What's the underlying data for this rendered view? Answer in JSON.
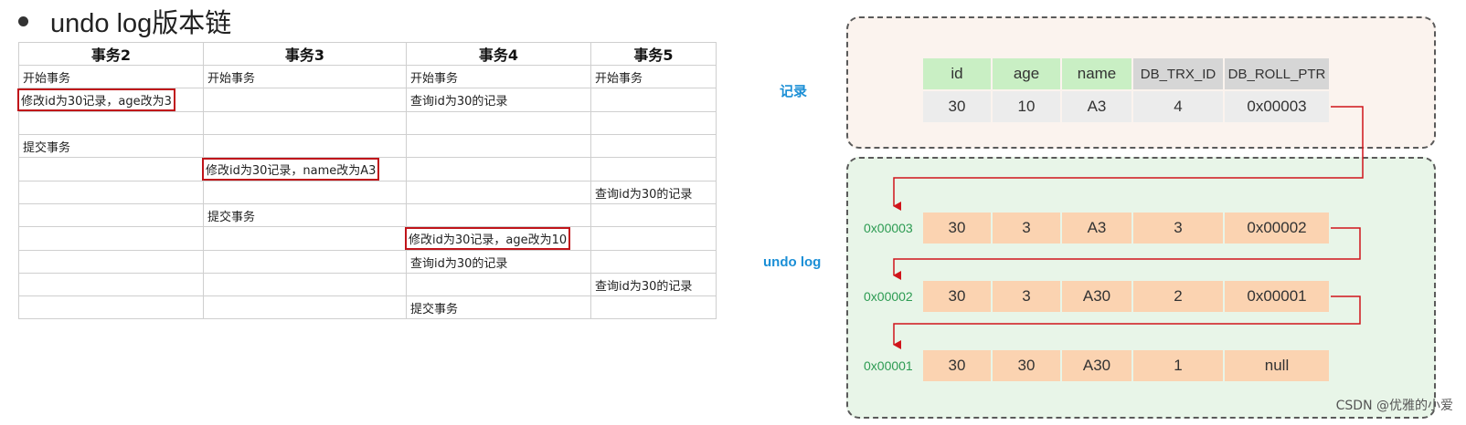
{
  "title": "undo log版本链",
  "table": {
    "headers": [
      "事务2",
      "事务3",
      "事务4",
      "事务5"
    ],
    "rows": [
      [
        "开始事务",
        "开始事务",
        "开始事务",
        "开始事务"
      ],
      [
        "修改id为30记录，age改为3",
        "",
        "查询id为30的记录",
        ""
      ],
      [
        "",
        "",
        "",
        ""
      ],
      [
        "提交事务",
        "",
        "",
        ""
      ],
      [
        "",
        "修改id为30记录，name改为A3",
        "",
        ""
      ],
      [
        "",
        "",
        "",
        "查询id为30的记录"
      ],
      [
        "",
        "提交事务",
        "",
        ""
      ],
      [
        "",
        "",
        "修改id为30记录，age改为10",
        ""
      ],
      [
        "",
        "",
        "查询id为30的记录",
        ""
      ],
      [
        "",
        "",
        "",
        "查询id为30的记录"
      ],
      [
        "",
        "",
        "提交事务",
        ""
      ]
    ]
  },
  "record": {
    "label": "记录",
    "headers": [
      "id",
      "age",
      "name",
      "DB_TRX_ID",
      "DB_ROLL_PTR"
    ],
    "values": [
      "30",
      "10",
      "A3",
      "4",
      "0x00003"
    ]
  },
  "undo_log": {
    "label": "undo log",
    "entries": [
      {
        "address": "0x00003",
        "values": [
          "30",
          "3",
          "A3",
          "3",
          "0x00002"
        ]
      },
      {
        "address": "0x00002",
        "values": [
          "30",
          "3",
          "A30",
          "2",
          "0x00001"
        ]
      },
      {
        "address": "0x00001",
        "values": [
          "30",
          "30",
          "A30",
          "1",
          "null"
        ]
      }
    ]
  },
  "colors": {
    "highlight_border": "#c0141a",
    "arrow": "#d0141a",
    "label_blue": "#1b8fd6",
    "address_green": "#2c9b52",
    "header_green": "#c9efc4",
    "undo_cell": "#fbd3b1"
  },
  "watermark": "CSDN @优雅的小爱"
}
